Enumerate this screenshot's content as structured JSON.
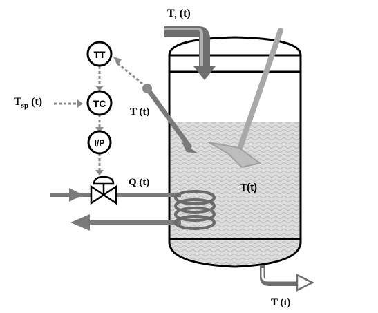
{
  "labels": {
    "inlet_temp_main": "T",
    "inlet_temp_sub": "i",
    "inlet_temp_rest": " (t)",
    "setpoint_main": "T",
    "setpoint_sub": "sp",
    "setpoint_rest": " (t)",
    "probe_temp": "T (t)",
    "heat_flow": "Q (t)",
    "tank_temp": "T(t)",
    "outlet_temp": "T (t)"
  },
  "instruments": {
    "transmitter": "TT",
    "controller": "TC",
    "converter": "I/P"
  },
  "colors": {
    "stroke": "#000000",
    "pipe": "#777777",
    "pipe_light": "#a8a8a8",
    "signal": "#8a8a8a",
    "liquid": "#d9d9d9"
  }
}
